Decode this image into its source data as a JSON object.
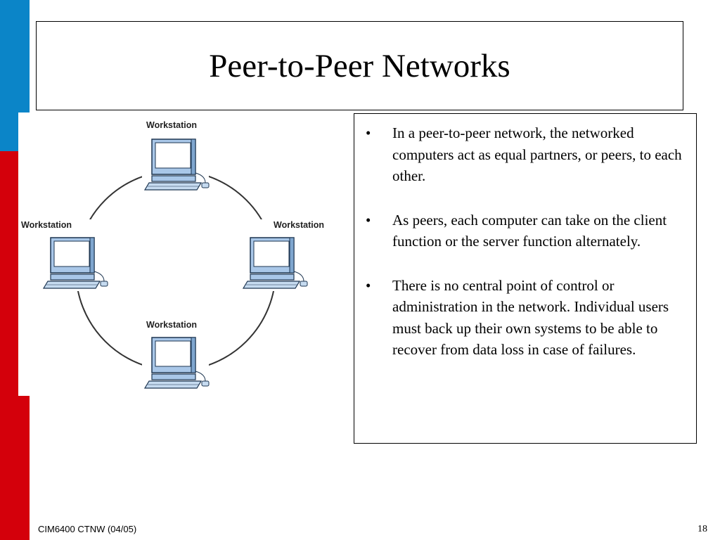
{
  "slide": {
    "title": "Peer-to-Peer Networks",
    "footer_left": "CIM6400 CTNW (04/05)",
    "page_number": "18"
  },
  "diagram": {
    "workstations": [
      {
        "label": "Workstation",
        "position": "top"
      },
      {
        "label": "Workstation",
        "position": "left"
      },
      {
        "label": "Workstation",
        "position": "right"
      },
      {
        "label": "Workstation",
        "position": "bottom"
      }
    ],
    "colors": {
      "monitor_body": "#a9c7e8",
      "monitor_screen": "#ffffff",
      "ring": "#333333"
    }
  },
  "bullets": [
    "In a peer-to-peer network, the networked computers act as equal partners, or peers, to each other.",
    "As peers, each computer can take on the client function or the server function alternately.",
    "There is no central point of control or administration in the network.  Individual users must back up their own systems to be able to recover from data loss in case of failures."
  ],
  "colors": {
    "accent_blue": "#0b85c8",
    "accent_red": "#d4000b"
  }
}
